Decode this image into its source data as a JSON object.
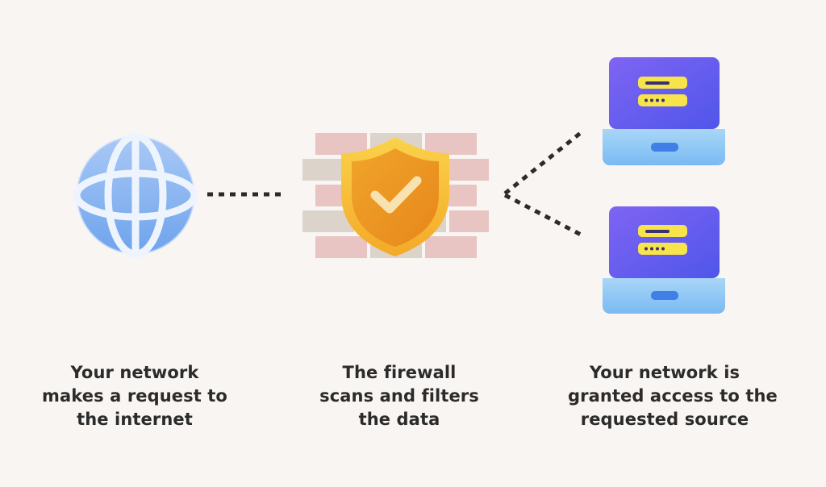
{
  "steps": [
    {
      "icon": "globe-icon",
      "caption_lines": [
        "Your network",
        "makes a request to",
        "the internet"
      ]
    },
    {
      "icon": "shield-check-icon",
      "caption_lines": [
        "The firewall",
        "scans and filters",
        "the data"
      ]
    },
    {
      "icon": "laptop-icon",
      "caption_lines": [
        "Your network is",
        "granted access to the",
        "requested source"
      ]
    }
  ],
  "colors": {
    "background": "#f8f5f2",
    "text": "#2b2b2b",
    "globe": "#86b4f0",
    "brick_red": "#e8c4c2",
    "brick_grey": "#dcd3cb",
    "shield": "#f2b530",
    "laptop_screen": "#6a5cf0",
    "laptop_base": "#8fc7f5",
    "credential_bar": "#f7e44b",
    "connector": "#2b2b2b"
  }
}
